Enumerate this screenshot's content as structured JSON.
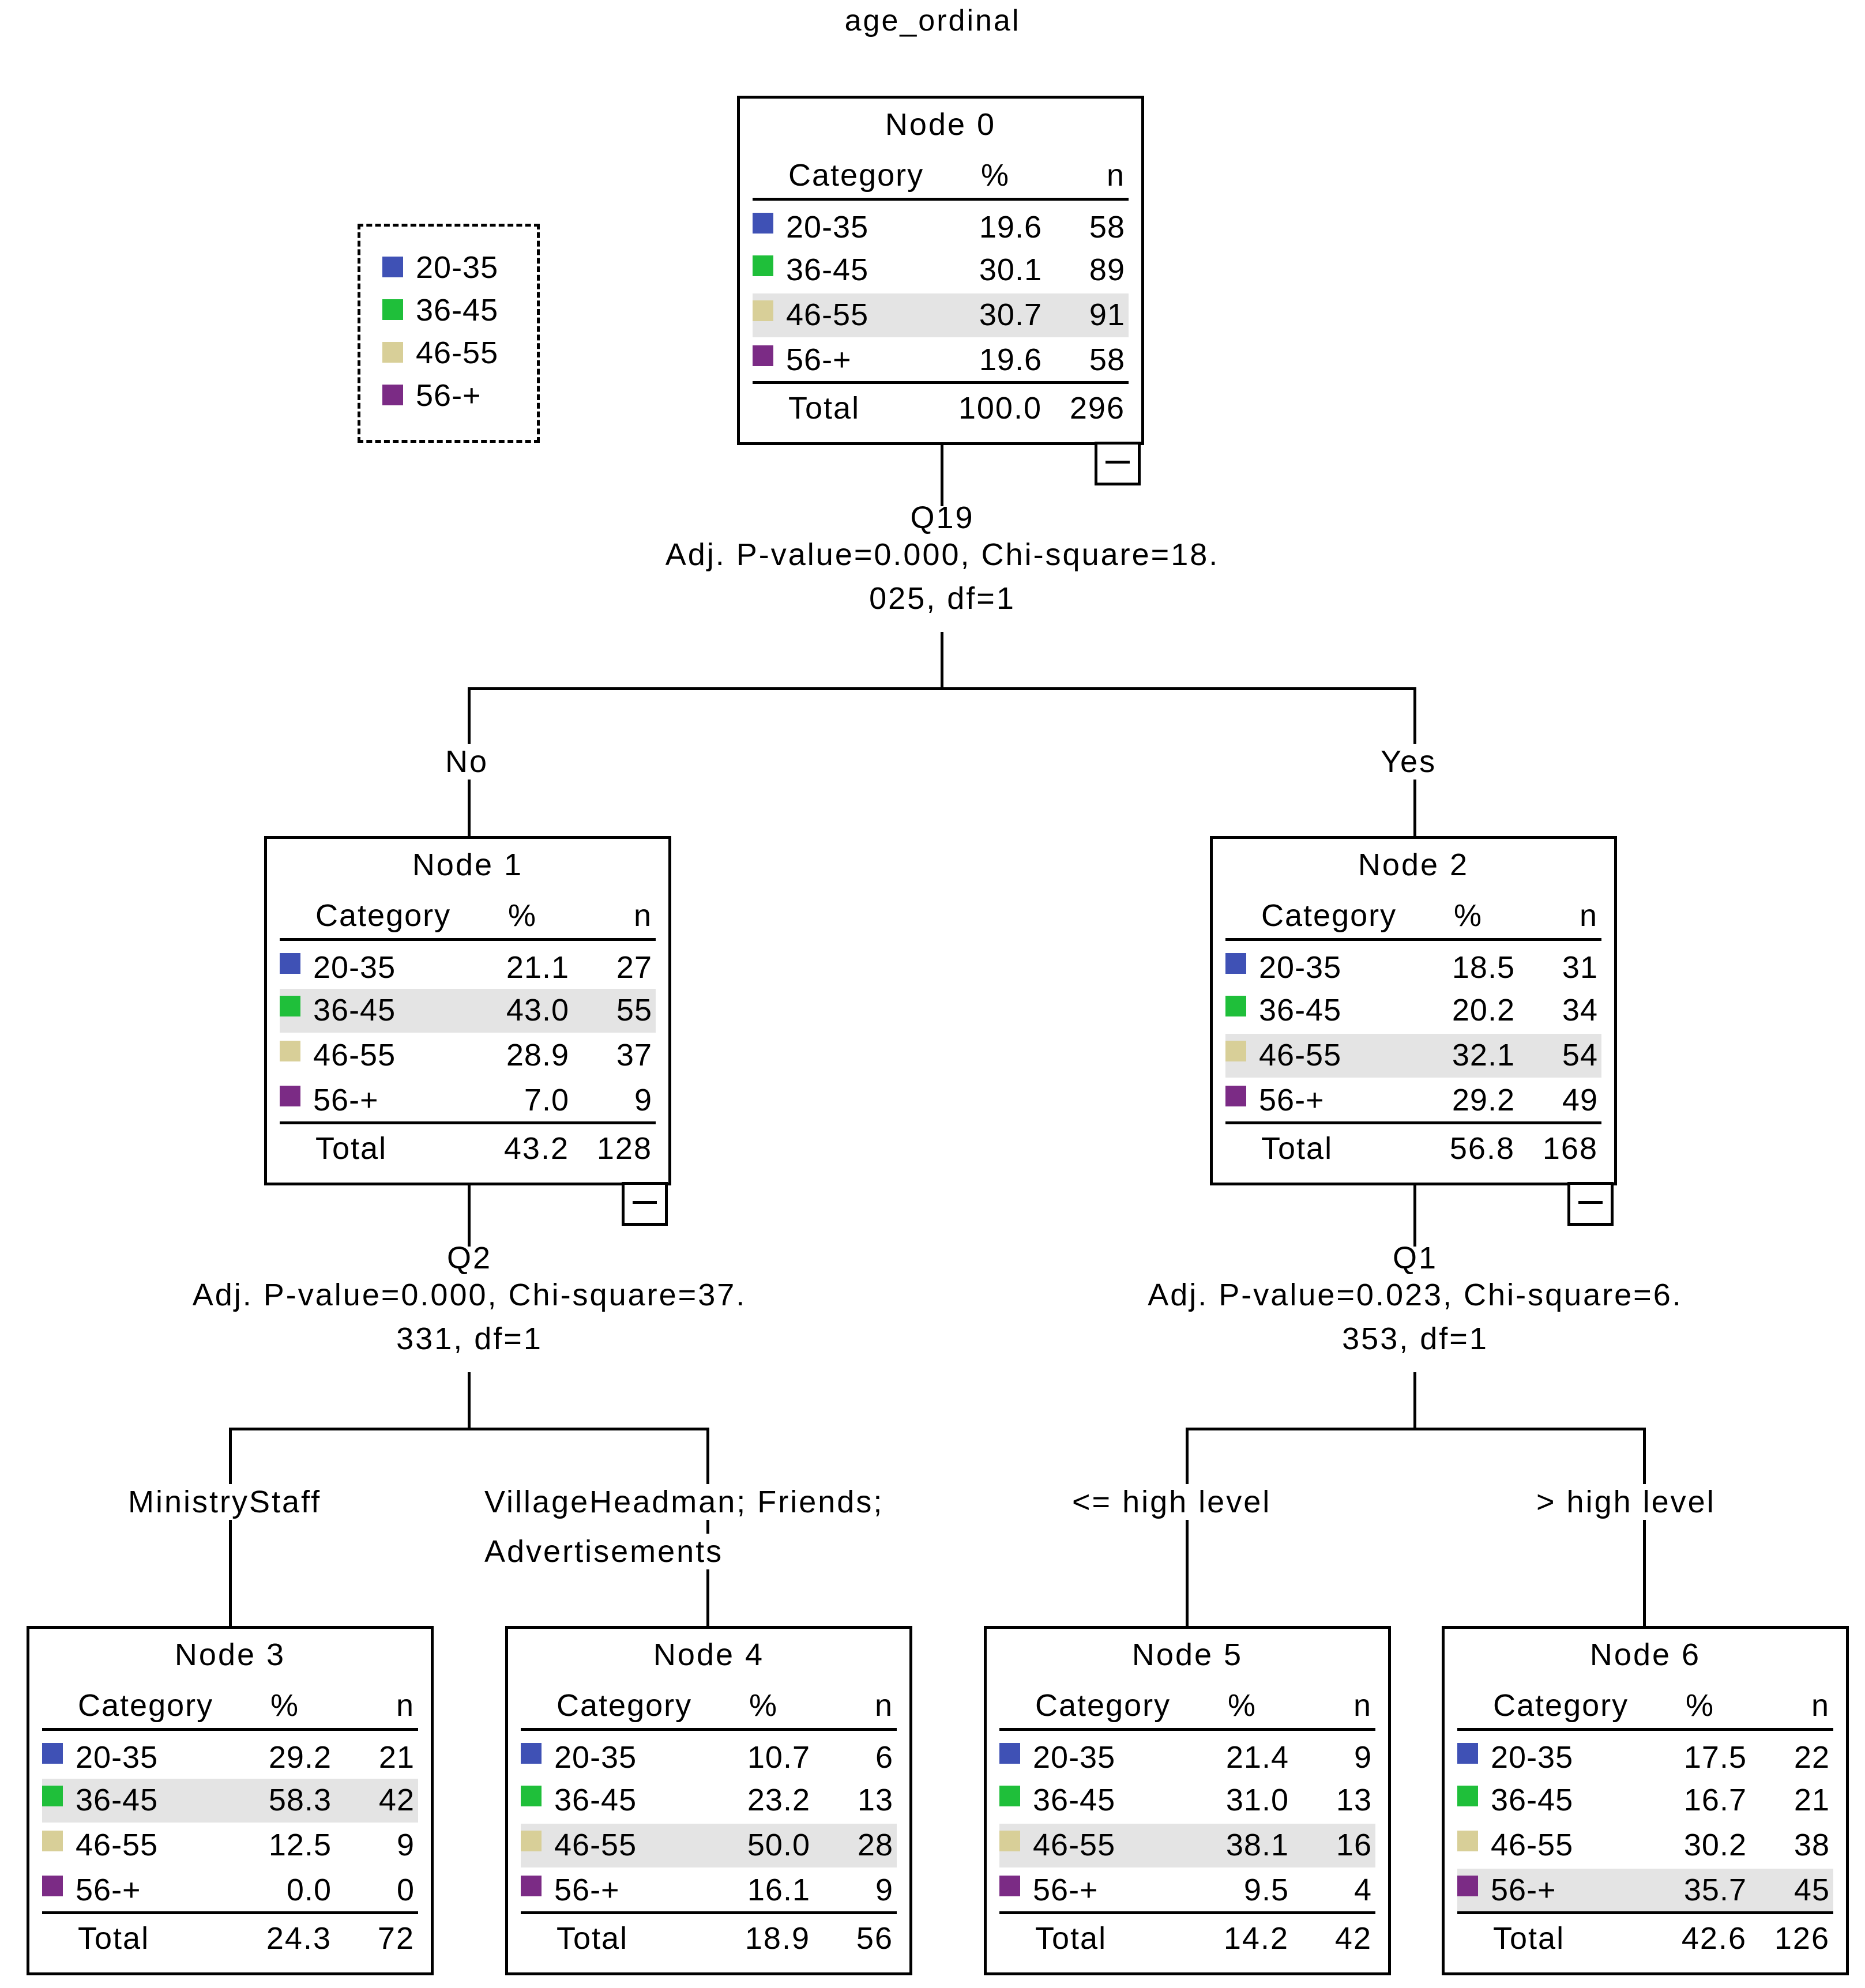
{
  "title": "age_ordinal",
  "colors": {
    "20-35": "#3f51b5",
    "36-45": "#1fbf3a",
    "46-55": "#d8cf98",
    "56-+": "#7b2b85"
  },
  "legend": [
    "20-35",
    "36-45",
    "46-55",
    "56-+"
  ],
  "table_headers": {
    "category": "Category",
    "percent": "%",
    "n": "n",
    "total": "Total"
  },
  "nodes": [
    {
      "id": "Node 0",
      "rows": [
        {
          "cat": "20-35",
          "pct": "19.6",
          "n": "58"
        },
        {
          "cat": "36-45",
          "pct": "30.1",
          "n": "89"
        },
        {
          "cat": "46-55",
          "pct": "30.7",
          "n": "91"
        },
        {
          "cat": "56-+",
          "pct": "19.6",
          "n": "58"
        }
      ],
      "highlight": 2,
      "total_pct": "100.0",
      "total_n": "296"
    },
    {
      "id": "Node 1",
      "rows": [
        {
          "cat": "20-35",
          "pct": "21.1",
          "n": "27"
        },
        {
          "cat": "36-45",
          "pct": "43.0",
          "n": "55"
        },
        {
          "cat": "46-55",
          "pct": "28.9",
          "n": "37"
        },
        {
          "cat": "56-+",
          "pct": "7.0",
          "n": "9"
        }
      ],
      "highlight": 1,
      "total_pct": "43.2",
      "total_n": "128"
    },
    {
      "id": "Node 2",
      "rows": [
        {
          "cat": "20-35",
          "pct": "18.5",
          "n": "31"
        },
        {
          "cat": "36-45",
          "pct": "20.2",
          "n": "34"
        },
        {
          "cat": "46-55",
          "pct": "32.1",
          "n": "54"
        },
        {
          "cat": "56-+",
          "pct": "29.2",
          "n": "49"
        }
      ],
      "highlight": 2,
      "total_pct": "56.8",
      "total_n": "168"
    },
    {
      "id": "Node 3",
      "rows": [
        {
          "cat": "20-35",
          "pct": "29.2",
          "n": "21"
        },
        {
          "cat": "36-45",
          "pct": "58.3",
          "n": "42"
        },
        {
          "cat": "46-55",
          "pct": "12.5",
          "n": "9"
        },
        {
          "cat": "56-+",
          "pct": "0.0",
          "n": "0"
        }
      ],
      "highlight": 1,
      "total_pct": "24.3",
      "total_n": "72"
    },
    {
      "id": "Node 4",
      "rows": [
        {
          "cat": "20-35",
          "pct": "10.7",
          "n": "6"
        },
        {
          "cat": "36-45",
          "pct": "23.2",
          "n": "13"
        },
        {
          "cat": "46-55",
          "pct": "50.0",
          "n": "28"
        },
        {
          "cat": "56-+",
          "pct": "16.1",
          "n": "9"
        }
      ],
      "highlight": 2,
      "total_pct": "18.9",
      "total_n": "56"
    },
    {
      "id": "Node 5",
      "rows": [
        {
          "cat": "20-35",
          "pct": "21.4",
          "n": "9"
        },
        {
          "cat": "36-45",
          "pct": "31.0",
          "n": "13"
        },
        {
          "cat": "46-55",
          "pct": "38.1",
          "n": "16"
        },
        {
          "cat": "56-+",
          "pct": "9.5",
          "n": "4"
        }
      ],
      "highlight": 2,
      "total_pct": "14.2",
      "total_n": "42"
    },
    {
      "id": "Node 6",
      "rows": [
        {
          "cat": "20-35",
          "pct": "17.5",
          "n": "22"
        },
        {
          "cat": "36-45",
          "pct": "16.7",
          "n": "21"
        },
        {
          "cat": "46-55",
          "pct": "30.2",
          "n": "38"
        },
        {
          "cat": "56-+",
          "pct": "35.7",
          "n": "45"
        }
      ],
      "highlight": 3,
      "total_pct": "42.6",
      "total_n": "126"
    }
  ],
  "splits": [
    {
      "variable": "Q19",
      "line1": "Adj. P-value=0.000, Chi-square=18.",
      "line2": "025, df=1"
    },
    {
      "variable": "Q2",
      "line1": "Adj. P-value=0.000, Chi-square=37.",
      "line2": "331, df=1"
    },
    {
      "variable": "Q1",
      "line1": "Adj. P-value=0.023, Chi-square=6.",
      "line2": "353, df=1"
    }
  ],
  "edges": {
    "no": "No",
    "yes": "Yes",
    "ministry": "MinistryStaff",
    "village_line1": "VillageHeadman; Friends;",
    "village_line2": "Advertisements",
    "le_high": "<= high level",
    "gt_high": "> high level"
  }
}
